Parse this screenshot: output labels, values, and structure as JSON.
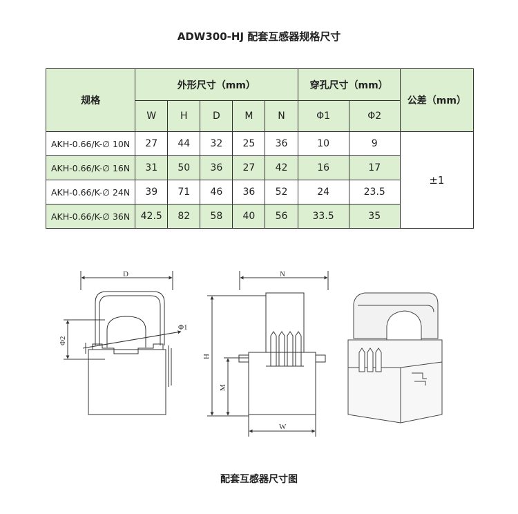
{
  "title": "ADW300-HJ 配套互感器规格尺寸",
  "table": {
    "spec_header": "规格",
    "outer_header": "外形尺寸（mm）",
    "hole_header": "穿孔尺寸（mm）",
    "tolerance_header": "公差（mm）",
    "outer_cols": [
      "W",
      "H",
      "D",
      "M",
      "N"
    ],
    "hole_cols": [
      "Φ1",
      "Φ2"
    ],
    "tolerance_value": "±1",
    "rows": [
      {
        "model": "AKH-0.66/K-∅ 10N",
        "W": "27",
        "H": "44",
        "D": "32",
        "M": "25",
        "N": "36",
        "p1": "10",
        "p2": "9"
      },
      {
        "model": "AKH-0.66/K-∅ 16N",
        "W": "31",
        "H": "50",
        "D": "36",
        "M": "27",
        "N": "42",
        "p1": "16",
        "p2": "17"
      },
      {
        "model": "AKH-0.66/K-∅ 24N",
        "W": "39",
        "H": "71",
        "D": "46",
        "M": "36",
        "N": "52",
        "p1": "24",
        "p2": "23.5"
      },
      {
        "model": "AKH-0.66/K-∅ 36N",
        "W": "42.5",
        "H": "82",
        "D": "58",
        "M": "40",
        "N": "56",
        "p1": "33.5",
        "p2": "35"
      }
    ]
  },
  "drawing_labels": {
    "D": "D",
    "phi1": "Φ1",
    "phi2": "Φ2",
    "N": "N",
    "H": "H",
    "M": "M",
    "W": "W"
  },
  "caption": "配套互感器尺寸图"
}
